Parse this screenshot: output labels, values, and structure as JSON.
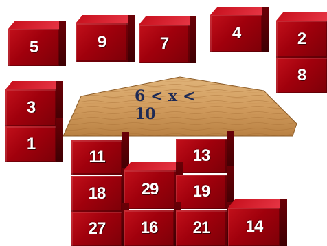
{
  "plank": {
    "condition": "6 < x < 10"
  },
  "blocks": [
    {
      "id": "b5",
      "label": "5"
    },
    {
      "id": "b9",
      "label": "9"
    },
    {
      "id": "b7",
      "label": "7"
    },
    {
      "id": "b4",
      "label": "4"
    },
    {
      "id": "b2",
      "label": "2"
    },
    {
      "id": "b8",
      "label": "8"
    },
    {
      "id": "b3",
      "label": "3"
    },
    {
      "id": "b1",
      "label": "1"
    },
    {
      "id": "b11",
      "label": "11"
    },
    {
      "id": "b13",
      "label": "13"
    },
    {
      "id": "b18",
      "label": "18"
    },
    {
      "id": "b29",
      "label": "29"
    },
    {
      "id": "b19",
      "label": "19"
    },
    {
      "id": "b27",
      "label": "27"
    },
    {
      "id": "b16",
      "label": "16"
    },
    {
      "id": "b21",
      "label": "21"
    },
    {
      "id": "b14",
      "label": "14"
    }
  ],
  "colors": {
    "block_front": "#a0000c",
    "block_top": "#d9202e",
    "block_side": "#5a0004",
    "plank_wood": "#d7a56a",
    "condition_text": "#1e2a55"
  }
}
